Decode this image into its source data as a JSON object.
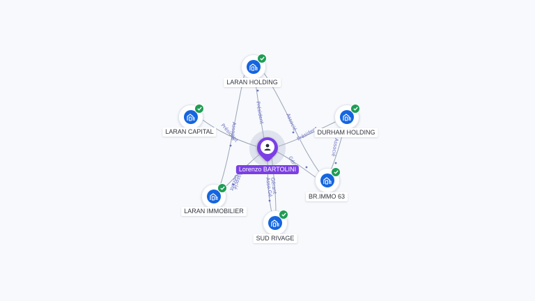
{
  "person": {
    "name": "Lorenzo BARTOLINI",
    "icon": "person-icon"
  },
  "companies": [
    {
      "id": "laran-holding",
      "name": "LARAN HOLDING",
      "icon": "building-icon",
      "verified": true
    },
    {
      "id": "laran-capital",
      "name": "LARAN CAPITAL",
      "icon": "building-icon",
      "verified": true
    },
    {
      "id": "durham-holding",
      "name": "DURHAM HOLDING",
      "icon": "building-icon",
      "verified": true
    },
    {
      "id": "br-immo-63",
      "name": "BR.IMMO 63",
      "icon": "building-icon",
      "verified": true
    },
    {
      "id": "laran-immobilier",
      "name": "LARAN IMMOBILIER",
      "icon": "building-icon",
      "verified": true
    },
    {
      "id": "sud-rivage",
      "name": "SUD RIVAGE",
      "icon": "building-icon",
      "verified": true
    }
  ],
  "relations": [
    {
      "label": "Président"
    },
    {
      "label": "Président"
    },
    {
      "label": "Associé"
    },
    {
      "label": "Président"
    },
    {
      "label": "Associé"
    },
    {
      "label": "Gérant"
    },
    {
      "label": "Associé"
    },
    {
      "label": "Gérant"
    },
    {
      "label": "Associé"
    },
    {
      "label": "Gérant"
    },
    {
      "label": "Asso.Gé."
    }
  ],
  "colors": {
    "person": "#7b3fe4",
    "company": "#1565e0",
    "verified": "#1f9d55"
  }
}
